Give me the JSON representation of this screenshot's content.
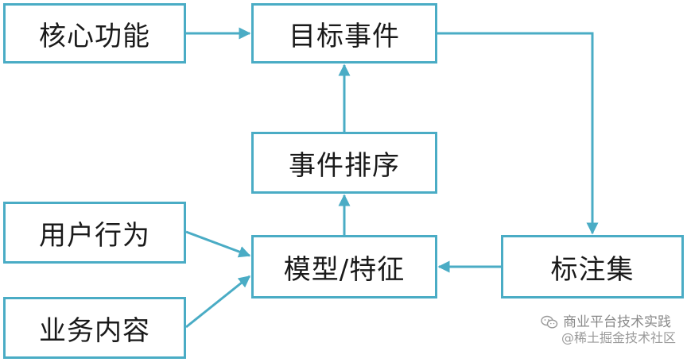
{
  "nodes": {
    "core_function": "核心功能",
    "target_event": "目标事件",
    "event_ranking": "事件排序",
    "user_behavior": "用户行为",
    "model_feature": "模型/特征",
    "labeled_set": "标注集",
    "business_content": "业务内容"
  },
  "colors": {
    "border": "#4aacc5",
    "arrow": "#4aacc5"
  },
  "watermark": {
    "channel": "商业平台技术实践",
    "handle": "@稀土掘金技术社区",
    "icon": "wechat-icon"
  }
}
